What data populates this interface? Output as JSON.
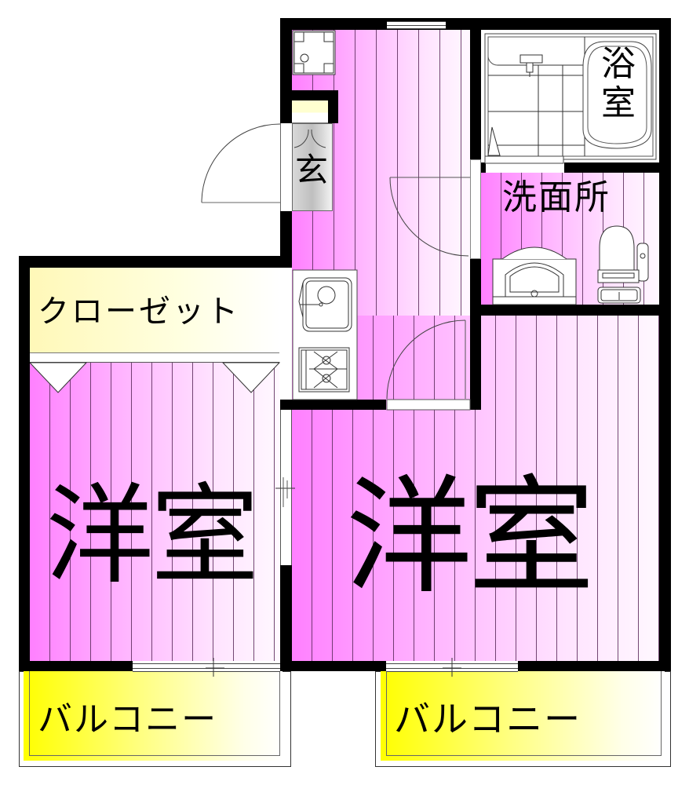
{
  "floor_plan": {
    "rooms": {
      "bath": {
        "label": "浴室",
        "line1": "浴",
        "line2": "室"
      },
      "washroom": {
        "label": "洗面所"
      },
      "entrance": {
        "label": "玄"
      },
      "closet": {
        "label": "クローゼット"
      },
      "western_room_left": {
        "label": "洋室"
      },
      "western_room_right": {
        "label": "洋室"
      },
      "balcony_left": {
        "label": "バルコニー"
      },
      "balcony_right": {
        "label": "バルコニー"
      }
    },
    "fixtures": [
      "refrigerator-space",
      "shower",
      "bathtub",
      "washbasin",
      "toilet",
      "kitchen-sink",
      "gas-stove",
      "shoe-cabinet"
    ],
    "colors": {
      "wall": "#000000",
      "floor_pink": "#ff88ff",
      "closet_yellow": "#ffffd0",
      "balcony_yellow": "#ffff00",
      "entrance_gray": "#c8c8c8"
    }
  }
}
